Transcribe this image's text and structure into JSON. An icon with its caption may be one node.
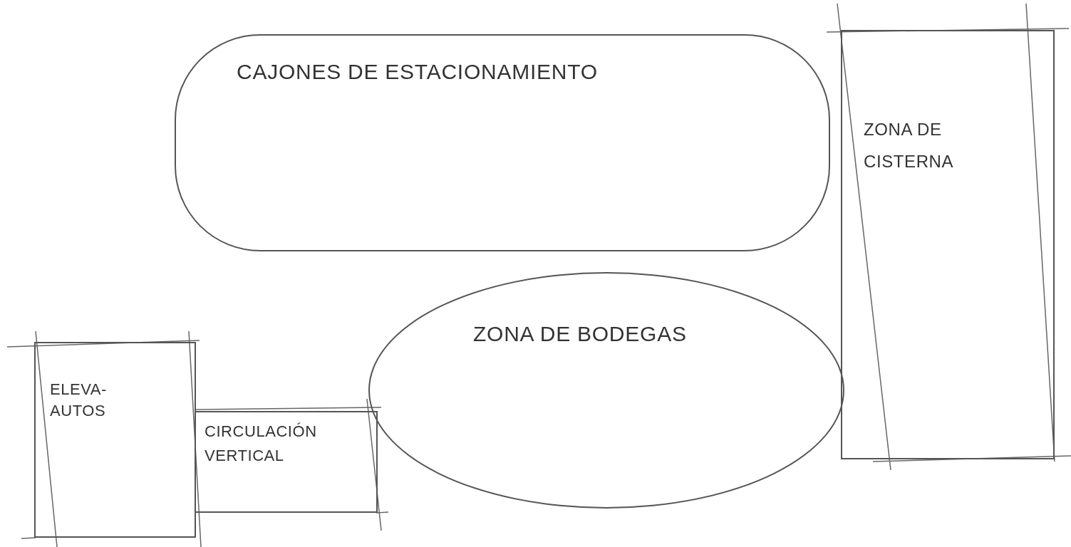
{
  "diagram": {
    "nodes": [
      {
        "text": [
          "CAJONES DE ESTACIONAMIENTO"
        ]
      },
      {
        "text": [
          "ZONA DE CISTERNA"
        ]
      },
      {
        "text": [
          "ZONA DE BODEGAS"
        ]
      },
      {
        "text": [
          "ELEVA- AUTOS"
        ]
      },
      {
        "text": [
          "CIRCULACIÓN VERTICAL"
        ]
      }
    ]
  }
}
